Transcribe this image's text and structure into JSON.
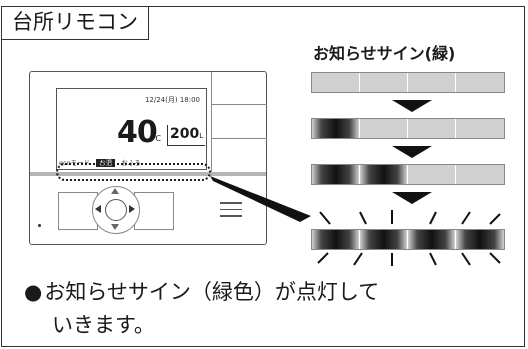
{
  "title": "台所リモコン",
  "remote": {
    "status_text": "12/24(月) 18:00",
    "temperature": "40",
    "temperature_unit": "℃",
    "volume": "200",
    "volume_unit": "L",
    "mode_left": "ecoモード",
    "mode_selected": "お湯",
    "mode_right": "おふろ"
  },
  "sign": {
    "label": "お知らせサイン(緑)"
  },
  "caption": {
    "bullet": "●",
    "line1": "お知らせサイン（緑色）が点灯して",
    "line2": "いきます。"
  }
}
